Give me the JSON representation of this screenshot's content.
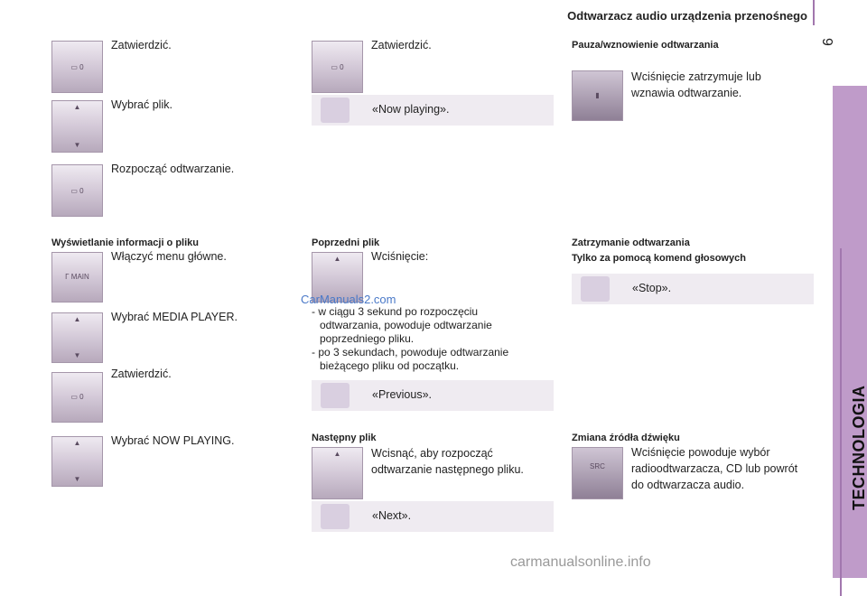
{
  "header": {
    "title": "Odtwarzacz audio urządzenia przenośnego",
    "chapter": "9"
  },
  "sidebar": {
    "label": "TECHNOLOGIA"
  },
  "col1": {
    "top": [
      "Zatwierdzić.",
      "Wybrać plik.",
      "Rozpocząć odtwarzanie."
    ],
    "section_title": "Wyświetlanie informacji o pliku",
    "steps": [
      "Włączyć menu główne.",
      "Wybrać MEDIA PLAYER.",
      "Zatwierdzić.",
      "Wybrać NOW PLAYING."
    ]
  },
  "col2": {
    "top_confirm": "Zatwierdzić.",
    "now_playing": "«Now playing».",
    "prev_title": "Poprzedni plik",
    "prev_press": "Wciśnięcie:",
    "prev_list": [
      "- w ciągu 3 sekund po rozpoczęciu",
      "odtwarzania, powoduje odtwarzanie",
      "poprzedniego pliku.",
      "- po 3 sekundach, powoduje odtwarzanie",
      "bieżącego pliku od początku."
    ],
    "previous_voice": "«Previous».",
    "next_title": "Następny plik",
    "next_text": [
      "Wcisnąć, aby rozpocząć",
      "odtwarzanie następnego pliku."
    ],
    "next_voice": "«Next»."
  },
  "col3": {
    "pause_title": "Pauza/wznowienie odtwarzania",
    "pause_text": [
      "Wciśnięcie zatrzymuje lub",
      "wznawia odtwarzanie."
    ],
    "stop_title": "Zatrzymanie odtwarzania",
    "stop_subtitle": "Tylko za pomocą komend głosowych",
    "stop_voice": "«Stop».",
    "source_title": "Zmiana źródła dźwięku",
    "source_text": [
      "Wciśnięcie powoduje wybór",
      "radioodtwarzacza, CD lub powrót",
      "do odtwarzacza audio."
    ]
  },
  "watermarks": {
    "top": "CarManuals2.com",
    "bottom": "carmanualsonline.info"
  }
}
